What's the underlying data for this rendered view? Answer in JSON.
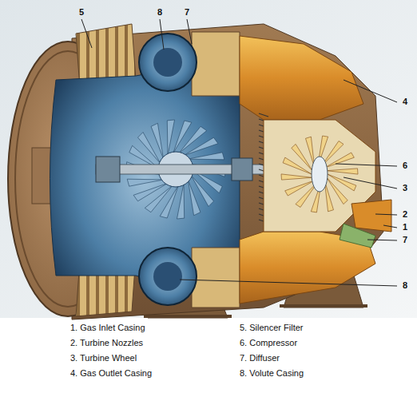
{
  "diagram": {
    "labels": [
      "5",
      "8",
      "7",
      "4",
      "6",
      "3",
      "2",
      "1",
      "7",
      "8",
      "1. Gas Inlet Casing",
      "5. Silencer Filter",
      "2. Turbine Nozzles",
      "6. Compressor",
      "3. Turbine Wheel",
      "7. Diffuser",
      "4. Gas Outlet Casing",
      "8. Volute Casing"
    ]
  }
}
